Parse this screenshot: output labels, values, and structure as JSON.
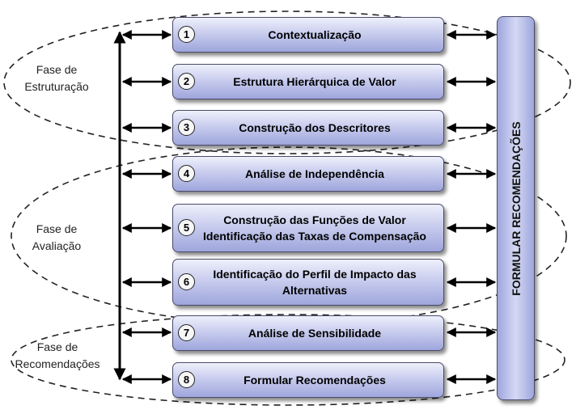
{
  "phases": [
    {
      "label_line1": "Fase de",
      "label_line2": "Estruturação"
    },
    {
      "label_line1": "Fase de",
      "label_line2": "Avaliação"
    },
    {
      "label_line1": "Fase de",
      "label_line2": "Recomendações"
    }
  ],
  "steps": [
    {
      "number": "1",
      "line1": "Contextualização",
      "line2": ""
    },
    {
      "number": "2",
      "line1": "Estrutura Hierárquica de Valor",
      "line2": ""
    },
    {
      "number": "3",
      "line1": "Construção dos Descritores",
      "line2": ""
    },
    {
      "number": "4",
      "line1": "Análise de Independência",
      "line2": ""
    },
    {
      "number": "5",
      "line1": "Construção das Funções de Valor",
      "line2": "Identificação das Taxas de Compensação"
    },
    {
      "number": "6",
      "line1": "Identificação do Perfil de Impacto das",
      "line2": "Alternativas"
    },
    {
      "number": "7",
      "line1": "Análise de Sensibilidade",
      "line2": ""
    },
    {
      "number": "8",
      "line1": "Formular Recomendações",
      "line2": ""
    }
  ],
  "side_bar": {
    "label": "FORMULAR RECOMENDAÇÕES"
  },
  "colors": {
    "box_top": "#eef0fb",
    "box_bottom": "#9ea6dc",
    "border": "#4a4a6a"
  }
}
